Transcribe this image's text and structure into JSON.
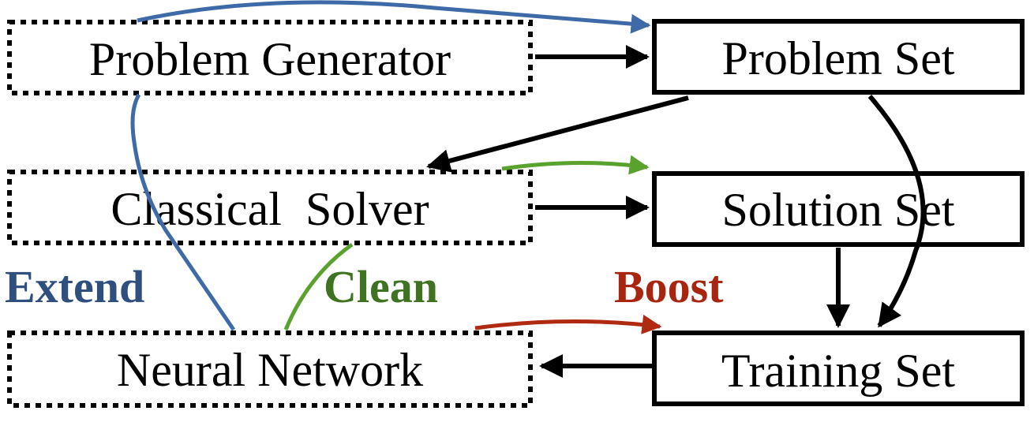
{
  "nodes": {
    "problem_generator": "Problem Generator",
    "classical_solver": "Classical  Solver",
    "neural_network": "Neural Network",
    "problem_set": "Problem Set",
    "solution_set": "Solution Set",
    "training_set": "Training Set"
  },
  "labels": {
    "extend": "Extend",
    "clean": "Clean",
    "boost": "Boost"
  },
  "colors": {
    "extend": "#3e6aa8",
    "clean": "#5aa22e",
    "boost": "#b02a12",
    "extend_text": "#2f4f7f",
    "clean_text": "#3f7322",
    "boost_text": "#a82510"
  }
}
